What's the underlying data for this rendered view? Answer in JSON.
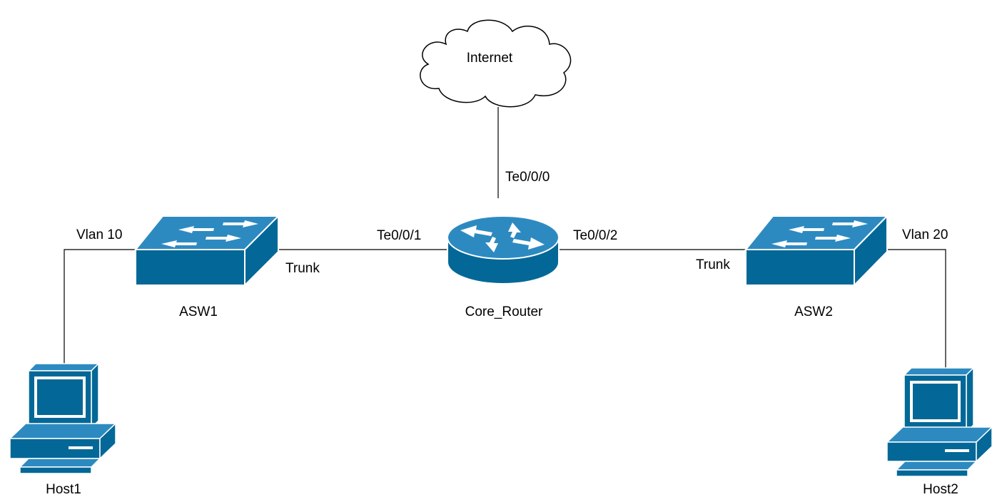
{
  "colors": {
    "device_front": "#036897",
    "device_top": "#2d8ac1",
    "device_outline": "#ffffff",
    "link": "#000000",
    "cloud_fill": "#ffffff",
    "cloud_stroke": "#000000"
  },
  "nodes": {
    "internet": {
      "label": "Internet",
      "icon": "cloud-icon"
    },
    "core_router": {
      "label": "Core_Router",
      "icon": "router-icon"
    },
    "asw1": {
      "label": "ASW1",
      "icon": "switch-icon"
    },
    "asw2": {
      "label": "ASW2",
      "icon": "switch-icon"
    },
    "host1": {
      "label": "Host1",
      "icon": "pc-icon"
    },
    "host2": {
      "label": "Host2",
      "icon": "pc-icon"
    }
  },
  "links": {
    "router_internet": {
      "port": "Te0/0/0"
    },
    "router_asw1": {
      "router_port": "Te0/0/1",
      "switch_port": "Trunk"
    },
    "router_asw2": {
      "router_port": "Te0/0/2",
      "switch_port": "Trunk"
    },
    "asw1_host1": {
      "vlan": "Vlan 10"
    },
    "asw2_host2": {
      "vlan": "Vlan 20"
    }
  }
}
